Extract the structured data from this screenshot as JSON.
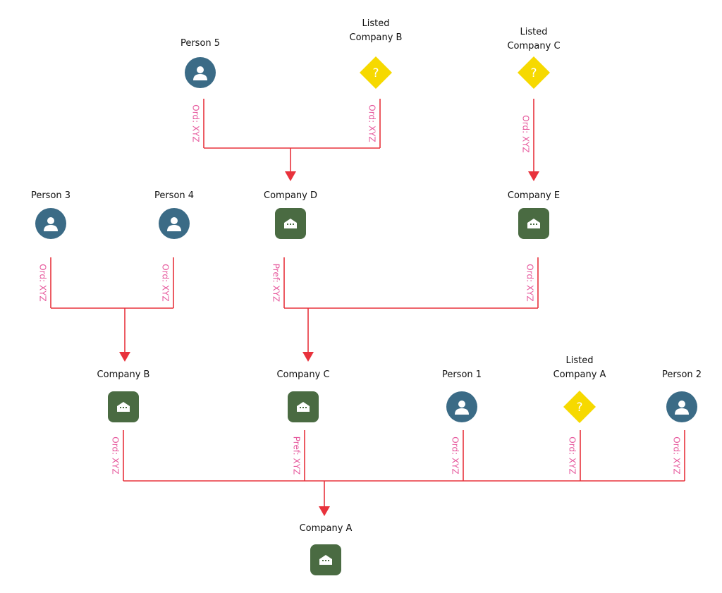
{
  "colors": {
    "person": "#3b6b86",
    "company": "#4a6b42",
    "listed": "#f6d900",
    "connector": "#e8323c",
    "edge_label": "#e6589c"
  },
  "nodes": {
    "p5": {
      "label": [
        "Person 5"
      ],
      "type": "person",
      "icon": "person-icon"
    },
    "lb": {
      "label": [
        "Listed",
        "Company B"
      ],
      "type": "listed",
      "icon": "question-icon"
    },
    "lc": {
      "label": [
        "Listed",
        "Company C"
      ],
      "type": "listed",
      "icon": "question-icon"
    },
    "p3": {
      "label": [
        "Person 3"
      ],
      "type": "person",
      "icon": "person-icon"
    },
    "p4": {
      "label": [
        "Person 4"
      ],
      "type": "person",
      "icon": "person-icon"
    },
    "cd": {
      "label": [
        "Company D"
      ],
      "type": "company",
      "icon": "building-icon"
    },
    "ce": {
      "label": [
        "Company E"
      ],
      "type": "company",
      "icon": "building-icon"
    },
    "cb": {
      "label": [
        "Company B"
      ],
      "type": "company",
      "icon": "building-icon"
    },
    "cc": {
      "label": [
        "Company C"
      ],
      "type": "company",
      "icon": "building-icon"
    },
    "p1": {
      "label": [
        "Person 1"
      ],
      "type": "person",
      "icon": "person-icon"
    },
    "la": {
      "label": [
        "Listed",
        "Company A"
      ],
      "type": "listed",
      "icon": "question-icon"
    },
    "p2": {
      "label": [
        "Person 2"
      ],
      "type": "person",
      "icon": "person-icon"
    },
    "ca": {
      "label": [
        "Company A"
      ],
      "type": "company",
      "icon": "building-icon"
    }
  },
  "groups": [
    {
      "target": "cd",
      "sources": [
        {
          "node": "p5",
          "label": "Ord: XYZ"
        },
        {
          "node": "lb",
          "label": "Ord: XYZ"
        }
      ]
    },
    {
      "target": "ce",
      "sources": [
        {
          "node": "lc",
          "label": "Ord: XYZ"
        }
      ]
    },
    {
      "target": "cb",
      "sources": [
        {
          "node": "p3",
          "label": "Ord: XYZ"
        },
        {
          "node": "p4",
          "label": "Ord: XYZ"
        }
      ]
    },
    {
      "target": "cc",
      "sources": [
        {
          "node": "cd",
          "label": "Pref: XYZ"
        },
        {
          "node": "ce",
          "label": "Ord: XYZ"
        }
      ]
    },
    {
      "target": "ca",
      "sources": [
        {
          "node": "cb",
          "label": "Ord: XYZ"
        },
        {
          "node": "cc",
          "label": "Pref: XYZ"
        },
        {
          "node": "p1",
          "label": "Ord: XYZ"
        },
        {
          "node": "la",
          "label": "Ord: XYZ"
        },
        {
          "node": "p2",
          "label": "Ord: XYZ"
        }
      ]
    }
  ]
}
